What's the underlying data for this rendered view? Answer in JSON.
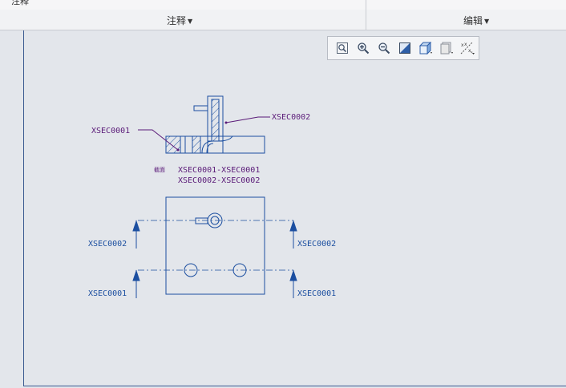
{
  "ribbon": {
    "top_fragments": [
      "注释",
      " ",
      " "
    ],
    "groups": [
      {
        "label": "注释"
      },
      {
        "label": "编辑"
      }
    ]
  },
  "view_toolbar": {
    "buttons": [
      "zoom-fit-icon",
      "zoom-in-icon",
      "zoom-out-icon",
      "repaint-icon",
      "display-style-icon",
      "saved-views-icon",
      "datum-display-icon"
    ]
  },
  "drawing": {
    "section_view": {
      "label_xsec1": "XSEC0001",
      "label_xsec2": "XSEC0002",
      "note_prefix": "截面",
      "note_line1": "XSEC0001-XSEC0001",
      "note_line2": "XSEC0002-XSEC0002"
    },
    "top_view": {
      "arrow_left_top": "XSEC0002",
      "arrow_right_top": "XSEC0002",
      "arrow_left_bottom": "XSEC0001",
      "arrow_right_bottom": "XSEC0001"
    },
    "colors": {
      "geometry": "#1c4fa0",
      "annotation": "#5a1a78"
    }
  }
}
